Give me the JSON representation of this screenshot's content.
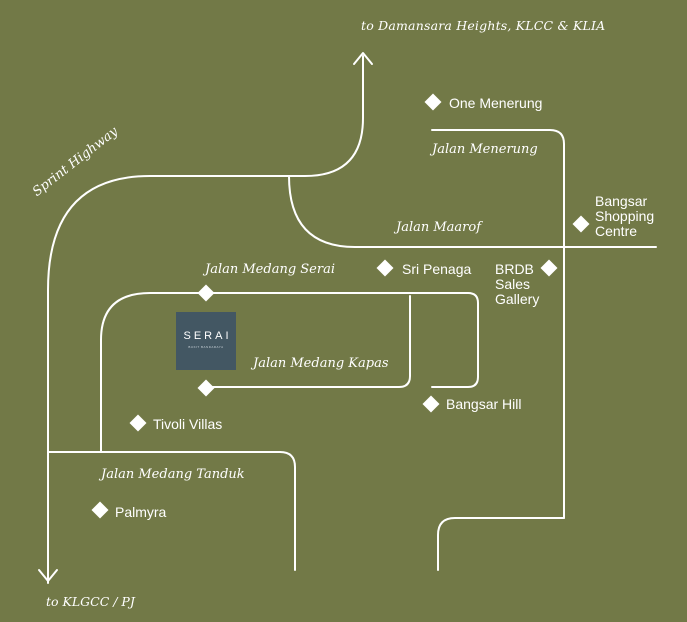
{
  "map": {
    "background": "#727947",
    "line_color": "#ffffff",
    "roads": [
      {
        "id": "sprint-highway",
        "label": "Sprint Highway"
      },
      {
        "id": "jalan-maarof",
        "label": "Jalan Maarof"
      },
      {
        "id": "jalan-menerung",
        "label": "Jalan Menerung"
      },
      {
        "id": "jalan-medang-serai",
        "label": "Jalan Medang Serai"
      },
      {
        "id": "jalan-medang-kapas",
        "label": "Jalan Medang Kapas"
      },
      {
        "id": "jalan-medang-tanduk",
        "label": "Jalan Medang Tanduk"
      }
    ],
    "directions": [
      {
        "id": "north",
        "label": "to Damansara Heights, KLCC & KLIA"
      },
      {
        "id": "south",
        "label": "to KLGCC / PJ"
      }
    ],
    "places": [
      {
        "id": "one-menerung",
        "label": "One Menerung"
      },
      {
        "id": "bangsar-shopping-centre",
        "label": "Bangsar\nShopping\nCentre"
      },
      {
        "id": "sri-penaga",
        "label": "Sri Penaga"
      },
      {
        "id": "brdb-sales-gallery",
        "label": "BRDB\nSales\nGallery"
      },
      {
        "id": "bangsar-hill",
        "label": "Bangsar Hill"
      },
      {
        "id": "tivoli-villas",
        "label": "Tivoli Villas"
      },
      {
        "id": "palmyra",
        "label": "Palmyra"
      }
    ],
    "serai_logo": {
      "name": "SERAI",
      "tagline": "BUKIT BANDARAYA",
      "color": "#435763"
    }
  }
}
